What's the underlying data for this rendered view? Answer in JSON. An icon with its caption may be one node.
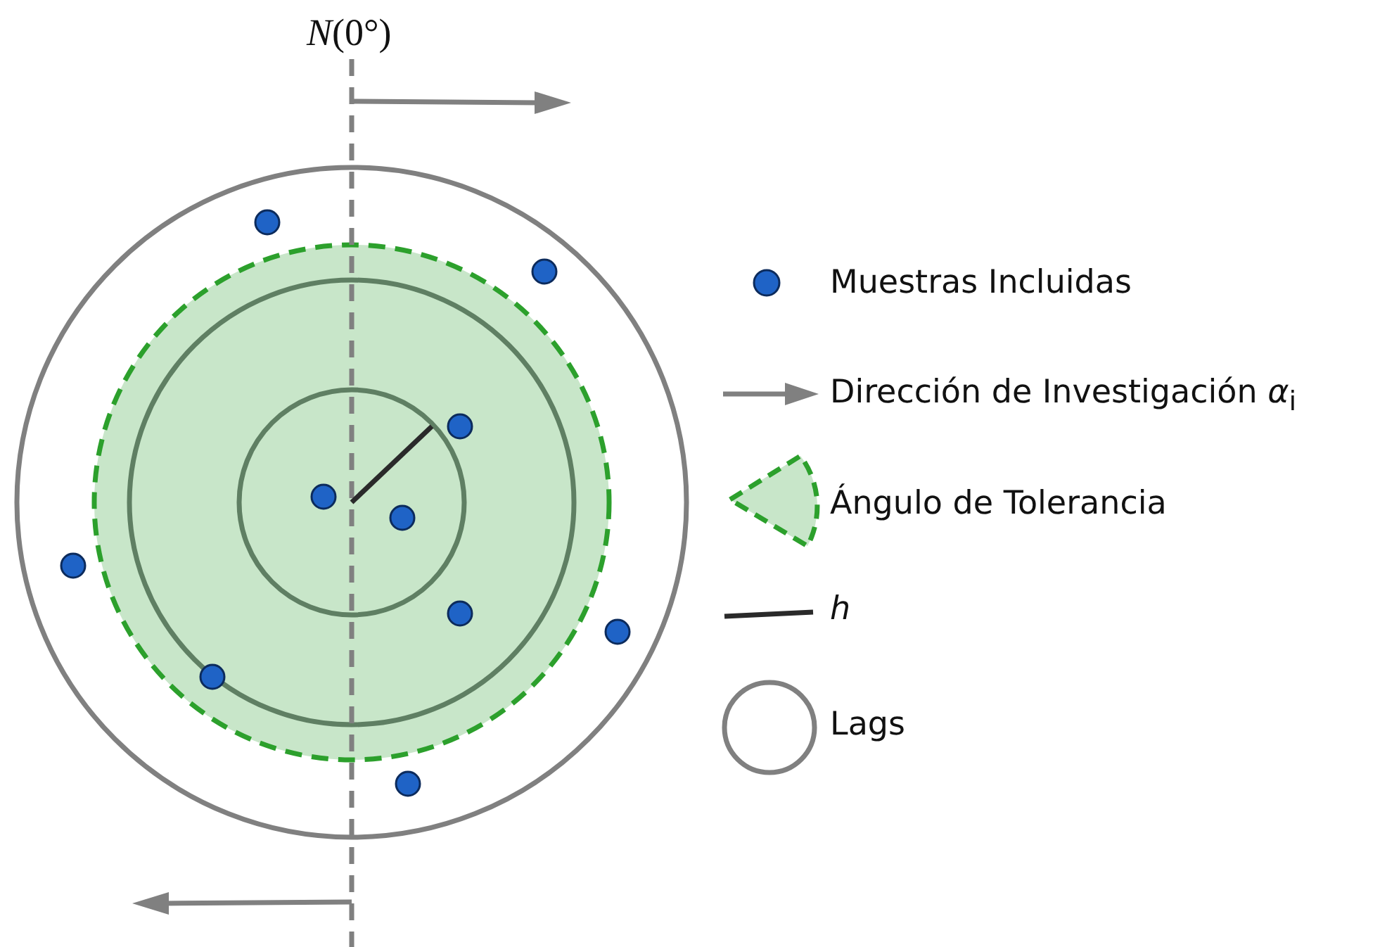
{
  "diagram": {
    "labels": [
      "*N*(0°)"
    ],
    "legend": [
      {
        "text": "Muestras Incluidas"
      },
      {
        "text": "Dirección de Investigación *α*$_{i}$"
      },
      {
        "text": "Ángulo de Tolerancia"
      },
      {
        "text": "h"
      },
      {
        "text": "Lags"
      }
    ]
  }
}
